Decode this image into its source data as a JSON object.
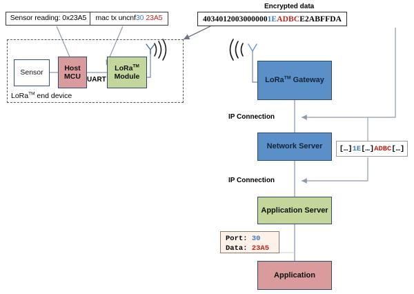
{
  "diagram": {
    "title_encrypted": "Encrypted data",
    "encrypted_payload": {
      "prefix": "40340120030000 00",
      "full": "4034012003000000 1E ADBC E2ABFFDA",
      "seg1": "4034012003000000",
      "seg2_blue": "1E",
      "seg3_red": "ADBC",
      "seg4": "E2ABFFDA"
    },
    "callouts": {
      "sensor_reading": "Sensor reading: 0x23A5",
      "mac_command_prefix": "mac tx uncnf ",
      "mac_command_port": "30",
      "mac_command_data": "23A5"
    },
    "end_device": {
      "label": "LoRa™ end device",
      "sensor": "Sensor",
      "host_mcu_line1": "Host",
      "host_mcu_line2": "MCU",
      "uart": "UART",
      "lora_module_line1": "LoRa™",
      "lora_module_line2": "Module"
    },
    "network": {
      "gateway": "LoRa™ Gateway",
      "network_server": "Network Server",
      "application_server": "Application Server",
      "application": "Application",
      "ip_connection_1": "IP Connection",
      "ip_connection_2": "IP Connection"
    },
    "ns_annotation": {
      "p1": "[…]",
      "blue": "1E",
      "p2": "[…]",
      "red": "ADBC",
      "p3": "[…]"
    },
    "port_data": {
      "port_label": "Port:",
      "port_value": "30",
      "data_label": "Data:",
      "data_value": "23A5"
    },
    "colors": {
      "gateway_blue": "#5b8fc7",
      "app_server_green": "#c3d69b",
      "application_pink": "#d99b9b",
      "host_mcu_pink": "#d99b9b",
      "lora_module_green": "#c3d69b",
      "accent_blue_text": "#3f78c2",
      "accent_red_text": "#c0241f",
      "connector_gray": "#8c9ab0"
    },
    "icons": {
      "antenna_device": "antenna-icon",
      "antenna_gateway": "antenna-icon",
      "radio_waves_device": "radio-waves-icon",
      "radio_waves_gateway": "radio-waves-icon"
    }
  }
}
